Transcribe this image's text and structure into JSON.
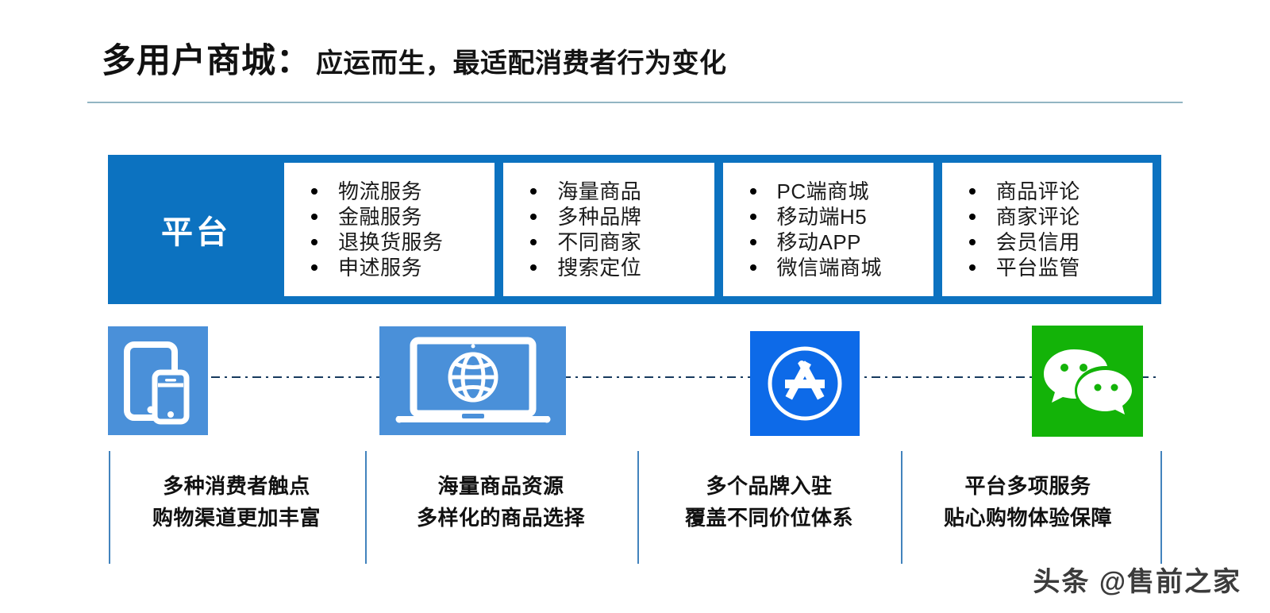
{
  "title": {
    "main": "多用户商城：",
    "subtitle": "应运而生，最适配消费者行为变化"
  },
  "platform": {
    "label": "平台",
    "accent_color": "#0c72c0",
    "columns": [
      {
        "items": [
          "物流服务",
          "金融服务",
          "退换货服务",
          "申述服务"
        ]
      },
      {
        "items": [
          "海量商品",
          "多种品牌",
          "不同商家",
          "搜索定位"
        ]
      },
      {
        "items": [
          "PC端商城",
          "移动端H5",
          "移动APP",
          "微信端商城"
        ]
      },
      {
        "items": [
          "商品评论",
          "商家评论",
          "会员信用",
          "平台监管"
        ]
      }
    ]
  },
  "channels": [
    {
      "icon": "tablet-phone-icon",
      "icon_color": "#4a90d9",
      "caption_line1": "多种消费者触点",
      "caption_line2": "购物渠道更加丰富"
    },
    {
      "icon": "laptop-globe-icon",
      "icon_color": "#4a90d9",
      "caption_line1": "海量商品资源",
      "caption_line2": "多样化的商品选择"
    },
    {
      "icon": "app-store-icon",
      "icon_color": "#0d6ae8",
      "caption_line1": "多个品牌入驻",
      "caption_line2": "覆盖不同价位体系"
    },
    {
      "icon": "wechat-icon",
      "icon_color": "#13b308",
      "caption_line1": "平台多项服务",
      "caption_line2": "贴心购物体验保障"
    }
  ],
  "connector": {
    "style": "dash-dot",
    "color": "#173a5e"
  },
  "watermark": {
    "text": "头条 @售前之家"
  }
}
